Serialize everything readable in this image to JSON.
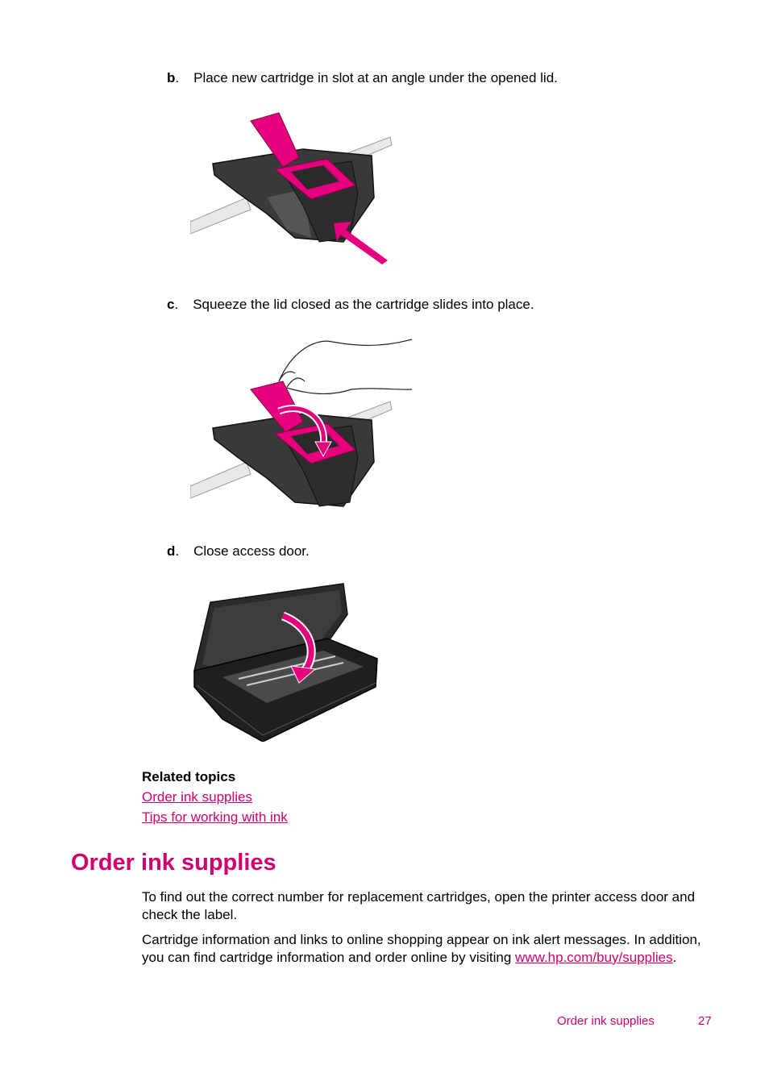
{
  "steps": [
    {
      "letter": "b",
      "text": "Place new cartridge in slot at an angle under the opened lid."
    },
    {
      "letter": "c",
      "text": "Squeeze the lid closed as the cartridge slides into place."
    },
    {
      "letter": "d",
      "text": "Close access door."
    }
  ],
  "related": {
    "title": "Related topics",
    "links": [
      "Order ink supplies",
      "Tips for working with ink"
    ]
  },
  "section": {
    "title": "Order ink supplies",
    "para1": "To find out the correct number for replacement cartridges, open the printer access door and check the label.",
    "para2_text": "Cartridge information and links to online shopping appear on ink alert messages. In addition, you can find cartridge information and order online by visiting ",
    "para2_link": "www.hp.com/buy/supplies",
    "para2_end": "."
  },
  "footer": {
    "label": "Order ink supplies",
    "page": "27"
  },
  "colors": {
    "accent": "#d0006f",
    "magenta_part": "#e6007e"
  }
}
